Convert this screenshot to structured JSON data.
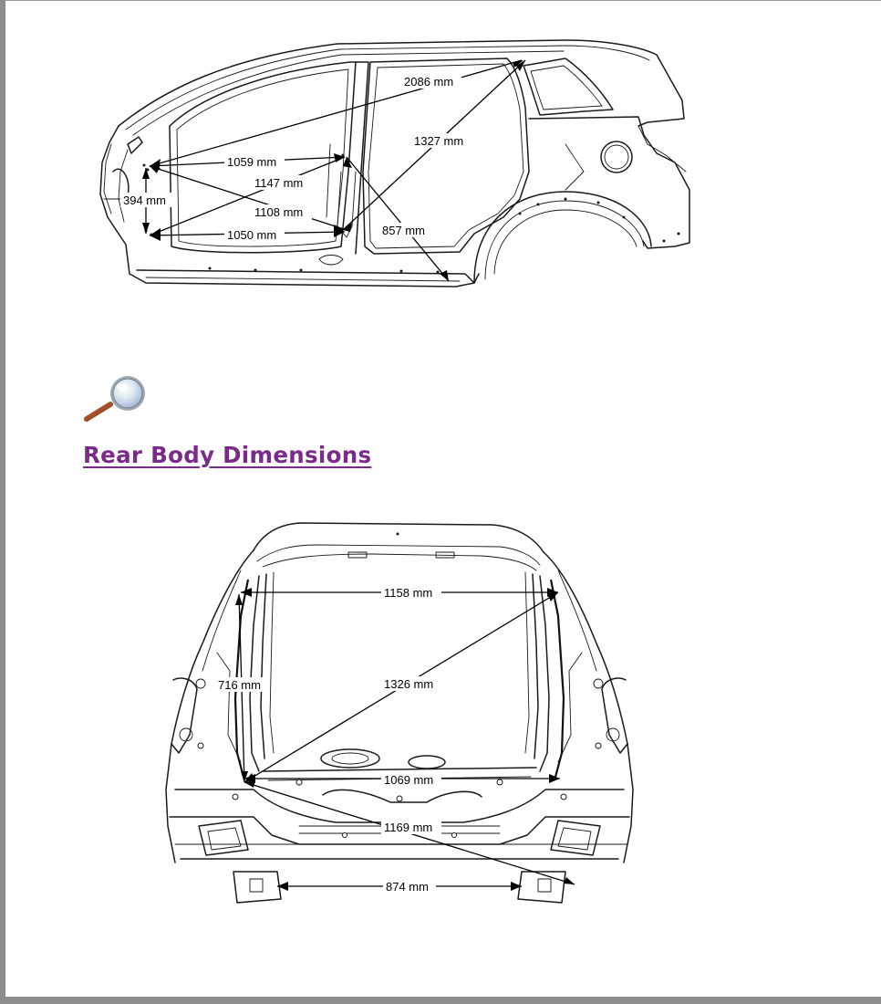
{
  "side_view": {
    "dimensions": [
      "2086 mm",
      "1327 mm",
      "1059 mm",
      "1147 mm",
      "394 mm",
      "1108 mm",
      "857 mm",
      "1050 mm"
    ]
  },
  "zoom_icon": "magnifier-icon",
  "section": {
    "title": "Rear Body Dimensions",
    "link_color": "#7b2a8c"
  },
  "rear_view": {
    "dimensions": [
      "1158 mm",
      "716 mm",
      "1326 mm",
      "1069 mm",
      "1169 mm",
      "874 mm"
    ]
  }
}
